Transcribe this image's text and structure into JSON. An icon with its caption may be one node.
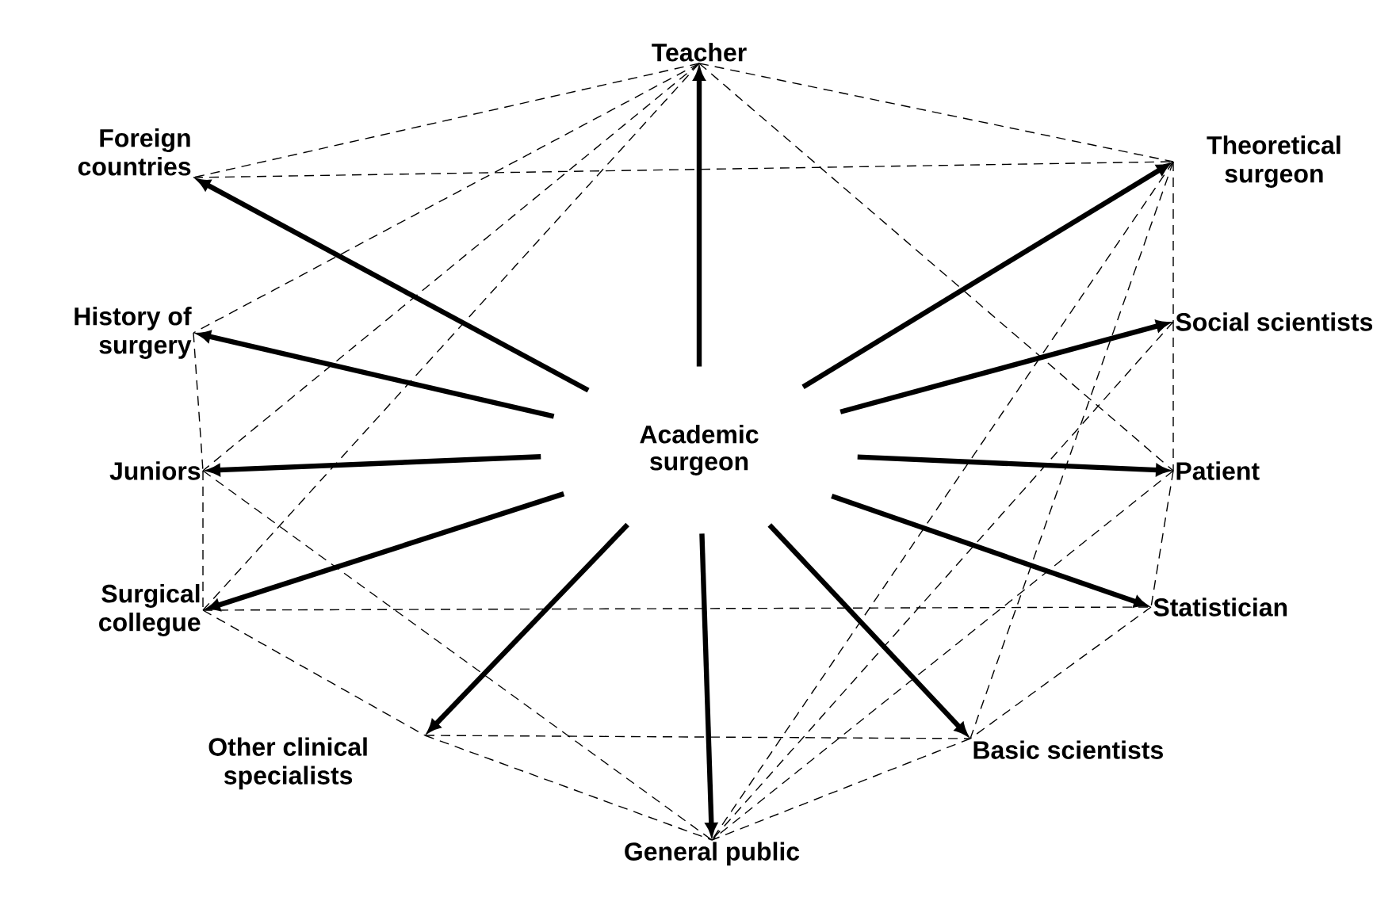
{
  "diagram": {
    "nodes": [
      {
        "text": [
          "Teacher"
        ]
      },
      {
        "text": [
          "Foreign countries"
        ]
      },
      {
        "text": [
          "Theoretical surgeon"
        ]
      },
      {
        "text": [
          "Social scientists"
        ]
      },
      {
        "text": [
          "History of surgery"
        ]
      },
      {
        "text": [
          "Juniors"
        ]
      },
      {
        "text": [
          "Academic surgeon"
        ]
      },
      {
        "text": [
          "Patient"
        ]
      },
      {
        "text": [
          "Surgical collegue"
        ]
      },
      {
        "text": [
          "Statistician"
        ]
      },
      {
        "text": [
          "Other clinical specialists"
        ]
      },
      {
        "text": [
          "Basic scientists"
        ]
      },
      {
        "text": [
          "General public"
        ]
      }
    ],
    "edges": [
      {
        "from": 6,
        "to": 0,
        "arrow": "to",
        "style": "thick"
      },
      {
        "from": 6,
        "to": 1,
        "arrow": "to",
        "style": "thick"
      },
      {
        "from": 6,
        "to": 2,
        "arrow": "to",
        "style": "thick"
      },
      {
        "from": 6,
        "to": 3,
        "arrow": "to",
        "style": "thick"
      },
      {
        "from": 6,
        "to": 4,
        "arrow": "to",
        "style": "thick"
      },
      {
        "from": 6,
        "to": 5,
        "arrow": "to",
        "style": "thick"
      },
      {
        "from": 6,
        "to": 7,
        "arrow": "to",
        "style": "thick"
      },
      {
        "from": 6,
        "to": 8,
        "arrow": "to",
        "style": "thick"
      },
      {
        "from": 6,
        "to": 9,
        "arrow": "to",
        "style": "thick"
      },
      {
        "from": 6,
        "to": 10,
        "arrow": "to",
        "style": "thick"
      },
      {
        "from": 6,
        "to": 11,
        "arrow": "to",
        "style": "thick"
      },
      {
        "from": 6,
        "to": 12,
        "arrow": "to",
        "style": "thick"
      },
      {
        "from": 0,
        "to": 1,
        "arrow": "none",
        "style": "dashed"
      },
      {
        "from": 0,
        "to": 2,
        "arrow": "none",
        "style": "dashed"
      },
      {
        "from": 0,
        "to": 4,
        "arrow": "none",
        "style": "dashed"
      },
      {
        "from": 0,
        "to": 5,
        "arrow": "none",
        "style": "dashed"
      },
      {
        "from": 0,
        "to": 8,
        "arrow": "none",
        "style": "dashed"
      },
      {
        "from": 0,
        "to": 7,
        "arrow": "none",
        "style": "dashed"
      },
      {
        "from": 1,
        "to": 2,
        "arrow": "none",
        "style": "dashed"
      },
      {
        "from": 2,
        "to": 3,
        "arrow": "none",
        "style": "dashed"
      },
      {
        "from": 3,
        "to": 7,
        "arrow": "none",
        "style": "dashed"
      },
      {
        "from": 7,
        "to": 9,
        "arrow": "none",
        "style": "dashed"
      },
      {
        "from": 4,
        "to": 5,
        "arrow": "none",
        "style": "dashed"
      },
      {
        "from": 5,
        "to": 8,
        "arrow": "none",
        "style": "dashed"
      },
      {
        "from": 2,
        "to": 12,
        "arrow": "none",
        "style": "dashed"
      },
      {
        "from": 3,
        "to": 12,
        "arrow": "none",
        "style": "dashed"
      },
      {
        "from": 7,
        "to": 12,
        "arrow": "none",
        "style": "dashed"
      },
      {
        "from": 2,
        "to": 11,
        "arrow": "none",
        "style": "dashed"
      },
      {
        "from": 5,
        "to": 12,
        "arrow": "none",
        "style": "dashed"
      },
      {
        "from": 8,
        "to": 10,
        "arrow": "none",
        "style": "dashed"
      },
      {
        "from": 8,
        "to": 9,
        "arrow": "none",
        "style": "dashed"
      },
      {
        "from": 10,
        "to": 11,
        "arrow": "none",
        "style": "dashed"
      },
      {
        "from": 10,
        "to": 12,
        "arrow": "none",
        "style": "dashed"
      },
      {
        "from": 11,
        "to": 12,
        "arrow": "none",
        "style": "dashed"
      },
      {
        "from": 9,
        "to": 11,
        "arrow": "none",
        "style": "dashed"
      }
    ]
  }
}
